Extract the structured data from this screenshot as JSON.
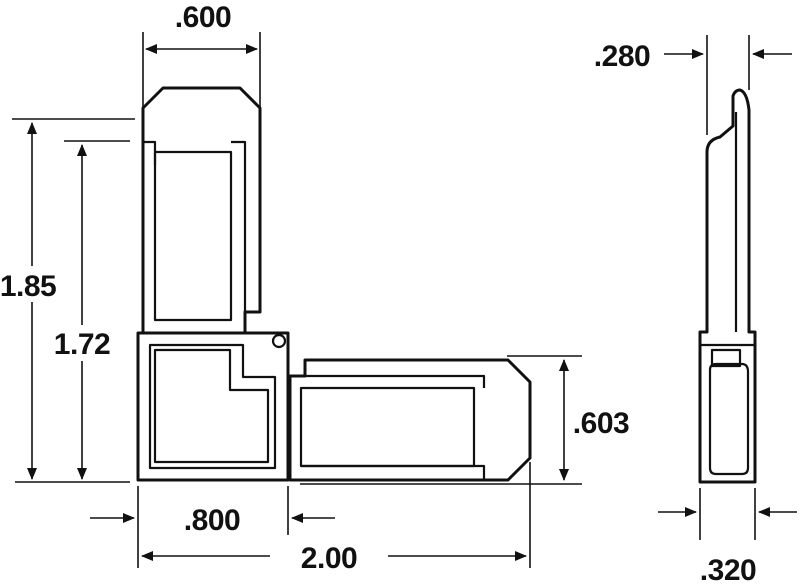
{
  "dimensions": {
    "top_width": ".600",
    "side_thickness": ".280",
    "overall_height": "1.85",
    "inner_height": "1.72",
    "arm_height": ".603",
    "corner_width": ".800",
    "overall_width": "2.00",
    "bottom_thickness": ".320"
  }
}
